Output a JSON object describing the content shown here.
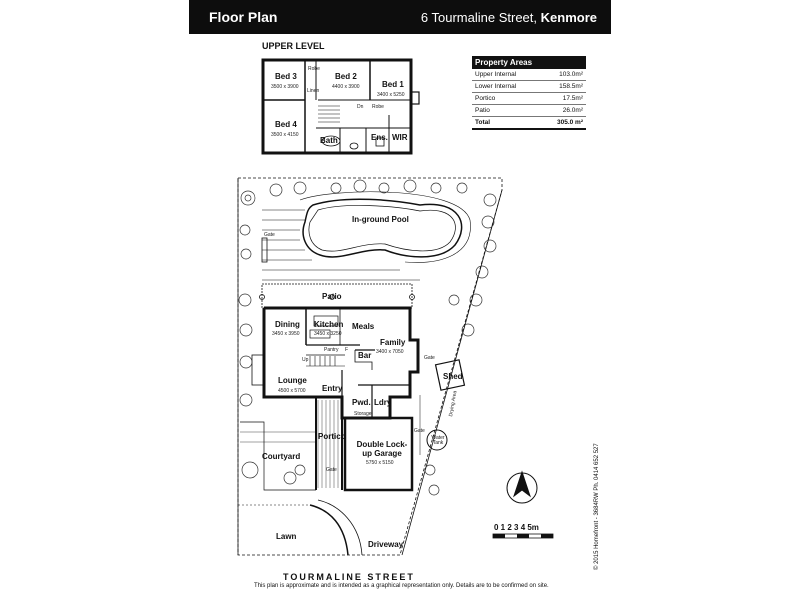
{
  "header": {
    "title": "Floor Plan",
    "address_street": "6 Tourmaline Street,",
    "address_suburb": "Kenmore"
  },
  "upper_level": {
    "heading": "UPPER LEVEL",
    "rooms": [
      {
        "name": "Bed 3",
        "dims": "3500 x 3900"
      },
      {
        "name": "Bed 2",
        "dims": "4400 x 3900"
      },
      {
        "name": "Bed 1",
        "dims": "3400 x 5250"
      },
      {
        "name": "Bed 4",
        "dims": "3500 x 4150"
      },
      {
        "name": "Bath",
        "dims": ""
      },
      {
        "name": "Ens.",
        "dims": ""
      },
      {
        "name": "WIR",
        "dims": ""
      }
    ],
    "small_labels": [
      "Robe",
      "Linen",
      "Dn",
      "Robe"
    ]
  },
  "property_areas": {
    "heading": "Property Areas",
    "rows": [
      {
        "label": "Upper Internal",
        "value": "103.0m²"
      },
      {
        "label": "Lower Internal",
        "value": "158.5m²"
      },
      {
        "label": "Portico",
        "value": "17.5m²"
      },
      {
        "label": "Patio",
        "value": "26.0m²"
      }
    ],
    "total_label": "Total",
    "total_value": "305.0 m²"
  },
  "ground": {
    "pool": "In-ground Pool",
    "patio": "Patio",
    "dining": {
      "name": "Dining",
      "dims": "3450 x 3950"
    },
    "kitchen": {
      "name": "Kitchen",
      "dims": "3450 x 3250"
    },
    "meals": "Meals",
    "family": {
      "name": "Family",
      "dims": "3400 x 7050"
    },
    "bar": "Bar",
    "pantry": "Pantry",
    "fridge": "F",
    "up": "Up",
    "lounge": {
      "name": "Lounge",
      "dims": "4500 x 5700"
    },
    "entry": "Entry",
    "pwd": "Pwd.",
    "ldry": "Ldry",
    "storage": "Storage",
    "garage": {
      "name": "Double Lock-up Garage",
      "dims": "5750 x 5150"
    },
    "portico": "Portico",
    "courtyard": "Courtyard",
    "lawn": "Lawn",
    "driveway": "Driveway",
    "shed": "Shed",
    "water_tank": "Water Tank",
    "gate1": "Gate",
    "gate2": "Gate",
    "gate3": "Gate",
    "gate4": "Gate",
    "drying_area": "Drying Area"
  },
  "scale": {
    "labels": "0 1 2 3 4 5m"
  },
  "footer": {
    "street": "TOURMALINE STREET",
    "disclaimer": "This plan is approximate and is intended as a graphical representation only.  Details are to be confirmed on site.",
    "copyright": "© 2015 Homefront - 3684RW  Ph. 0414 652 527"
  },
  "colors": {
    "header_bg": "#0d0d0d",
    "line": "#111111",
    "tree": "#333333"
  }
}
